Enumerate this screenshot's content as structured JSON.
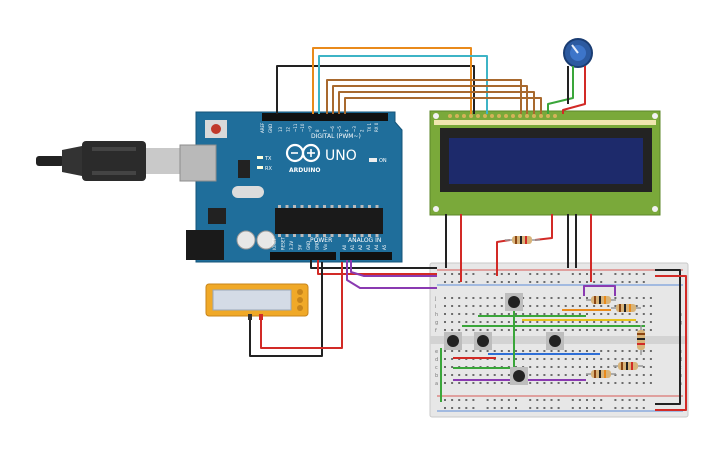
{
  "arduino": {
    "brand_label": "UNO",
    "maker_label": "ARDUINO",
    "digital_header": "DIGITAL (PWM~)",
    "power_header": "POWER",
    "analog_header": "ANALOG IN",
    "aref_label": "AREF",
    "gnd_label": "GND",
    "on_label": "ON",
    "tx_label": "TX",
    "rx_label": "RX",
    "digital_pins": [
      "13",
      "12",
      "~11",
      "~10",
      "~9",
      "8",
      "7",
      "~6",
      "~5",
      "4",
      "~3",
      "2",
      "TX 1",
      "RX 0"
    ],
    "power_pins": [
      "IOREF",
      "RESET",
      "3.3V",
      "5V",
      "GND",
      "GND",
      "Vin"
    ],
    "analog_pins": [
      "A0",
      "A1",
      "A2",
      "A3",
      "A4",
      "A5"
    ]
  },
  "colors": {
    "board": "#1f6e9b",
    "lcd_pcb": "#7aa93a",
    "lcd_screen": "#1d2a6b",
    "breadboard": "#e7e7e7",
    "wire_red": "#d22a26",
    "wire_black": "#222222",
    "wire_brown": "#a8692e",
    "wire_orange": "#e98a1b",
    "wire_teal": "#3eb4c6",
    "wire_green": "#3aa63a",
    "wire_blue": "#2f6fd6",
    "wire_purple": "#8a3ab1",
    "wire_yellow": "#e7c21b"
  },
  "lcd": {
    "pin_count": 16
  },
  "breadboard": {
    "row_letters_top": [
      "j",
      "i",
      "h",
      "g",
      "f"
    ],
    "row_letters_bottom": [
      "e",
      "d",
      "c",
      "b",
      "a"
    ],
    "column_count": 30
  }
}
